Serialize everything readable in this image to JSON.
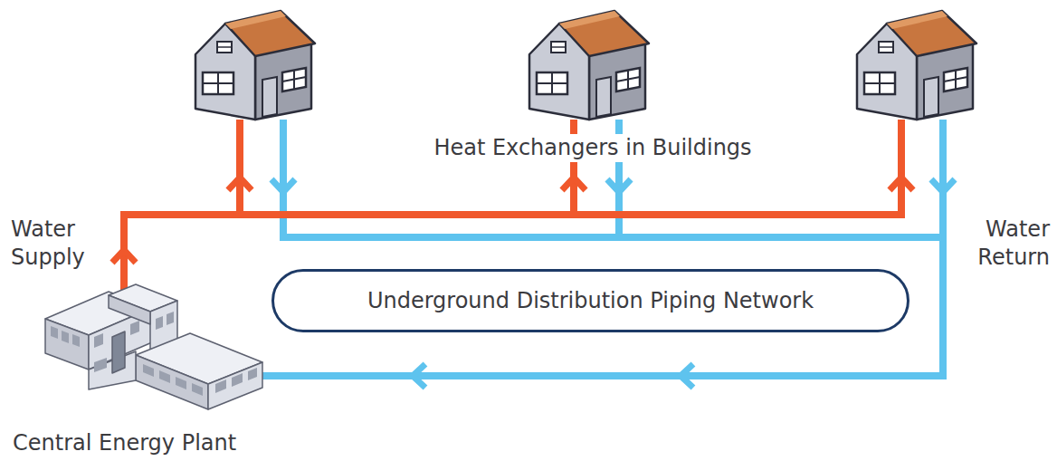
{
  "diagram": {
    "nodes": [
      {
        "text": [
          "Underground Distribution Piping Network"
        ]
      }
    ],
    "labels": [
      "Water Supply",
      "Heat Exchangers in Buildings",
      "Water Return",
      "Central Energy Plant"
    ]
  }
}
